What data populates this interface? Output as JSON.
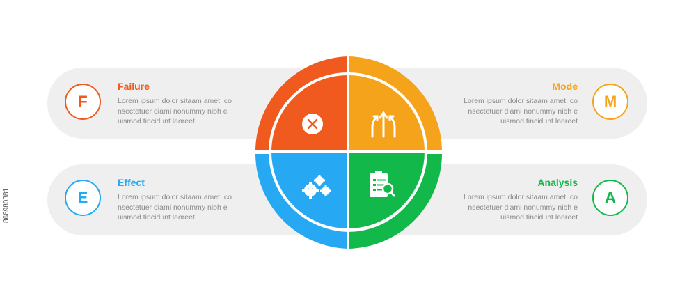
{
  "segments": [
    {
      "id": "failure",
      "letter": "F",
      "title": "Failure",
      "color": "#f05a1e",
      "text": "Lorem ipsum dolor sitaam amet, co nsectetuer diami nonummy  nibh e uismod tincidunt laoreet",
      "icon": "x-circle-icon"
    },
    {
      "id": "mode",
      "letter": "M",
      "title": "Mode",
      "color": "#f5a31a",
      "text": "Lorem ipsum dolor sitaam amet, co nsectetuer diami nonummy  nibh e uismod tincidunt laoreet",
      "icon": "split-arrows-icon"
    },
    {
      "id": "effect",
      "letter": "E",
      "title": "Effect",
      "color": "#26a8f2",
      "text": "Lorem ipsum dolor sitaam amet, co nsectetuer diami nonummy  nibh e uismod tincidunt laoreet",
      "icon": "gears-icon"
    },
    {
      "id": "analysis",
      "letter": "A",
      "title": "Analysis",
      "color": "#12b84a",
      "text": "Lorem ipsum dolor sitaam amet, co nsectetuer diami nonummy  nibh e uismod tincidunt laoreet",
      "icon": "clipboard-search-icon"
    }
  ],
  "watermark": "866980381"
}
